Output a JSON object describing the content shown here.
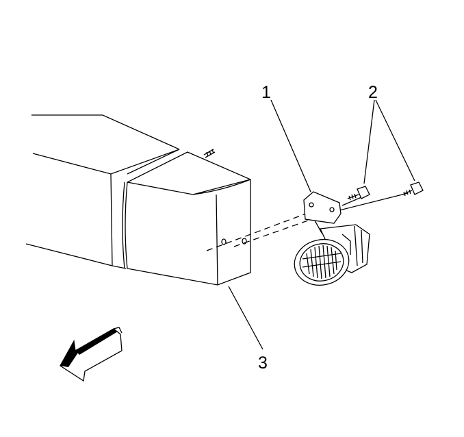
{
  "callouts": [
    {
      "id": "1",
      "label": "1"
    },
    {
      "id": "2",
      "label": "2"
    },
    {
      "id": "3",
      "label": "3"
    }
  ],
  "icons": {
    "direction_arrow": "forward-direction-arrow-icon",
    "bolt": "bolt-icon",
    "stud": "stud-icon"
  },
  "colors": {
    "line": "#000000",
    "background": "#ffffff"
  }
}
